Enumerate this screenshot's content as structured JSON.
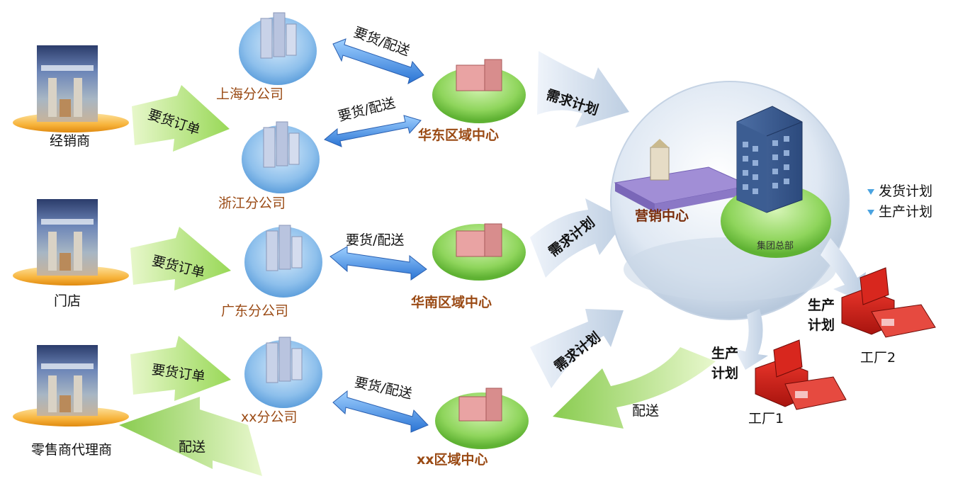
{
  "customers": {
    "dealer": "经销商",
    "store": "门店",
    "retailer": "零售商代理商"
  },
  "branches": {
    "shanghai": "上海分公司",
    "zhejiang": "浙江分公司",
    "guangdong": "广东分公司",
    "xx": "xx分公司"
  },
  "regions": {
    "east": "华东区域中心",
    "south": "华南区域中心",
    "xx": "xx区域中心"
  },
  "center": {
    "marketing": "营销中心",
    "hq": "集团总部"
  },
  "factories": {
    "f1": "工厂1",
    "f2": "工厂2"
  },
  "arrows": {
    "order": "要货订单",
    "supply": "要货/配送",
    "demand": "需求计划",
    "delivery": "配送",
    "production_line1": "生产",
    "production_line2": "计划"
  },
  "legend": {
    "item1": "发货计划",
    "item2": "生产计划"
  }
}
